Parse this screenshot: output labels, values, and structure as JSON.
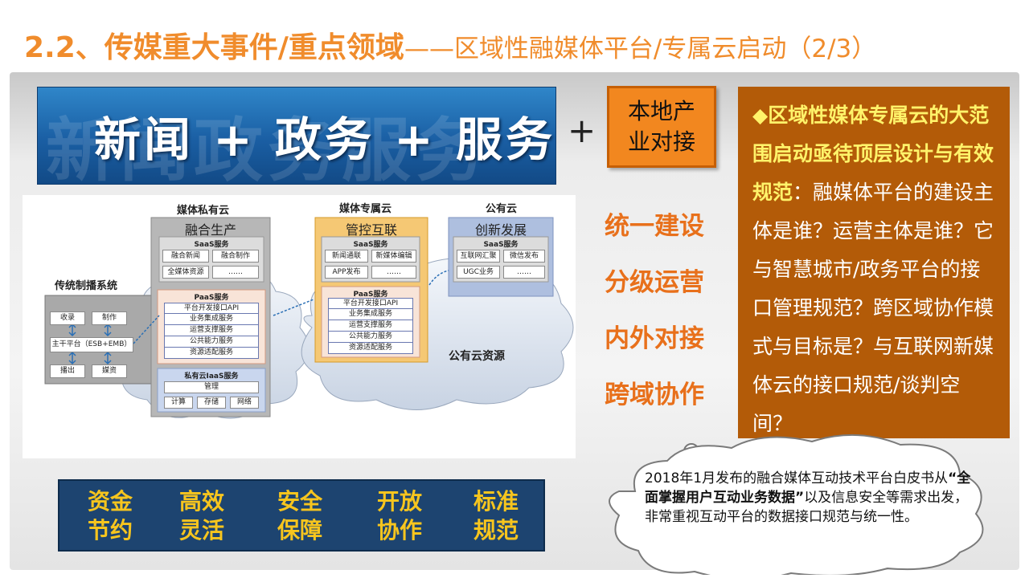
{
  "title": {
    "main": "2.2、传媒重大事件/重点领域",
    "sub": "——区域性融媒体平台/专属云启动（2/3）"
  },
  "banner": {
    "text": "新闻 + 政务 + 服务",
    "ghost_text": "新闻政务服务"
  },
  "plus_sign": "+",
  "local_box": {
    "line1": "本地产",
    "line2": "业对接"
  },
  "right_panel": {
    "highlight": "◆区域性媒体专属云的大范围启动亟待顶层设计与有效规范",
    "body": "：融媒体平台的建设主体是谁？运营主体是谁？它与智慧城市/政务平台的接口管理规范？跨区域协作模式与目标是？与互联网新媒体云的接口规范/谈判空间？"
  },
  "keywords": [
    "统一建设",
    "分级运营",
    "内外对接",
    "跨域协作"
  ],
  "diagram": {
    "traditional": {
      "label": "传统制播系统",
      "cells": [
        "收录",
        "制作",
        "主干平台（ESB+EMB）",
        "播出",
        "媒资"
      ]
    },
    "private_cloud": {
      "label": "媒体私有云",
      "title": "融合生产",
      "saas_label": "SaaS服务",
      "saas_cells": [
        "融合新闻",
        "融合制作",
        "全媒体资源",
        "……"
      ],
      "paas_label": "PaaS服务",
      "paas_items": [
        "平台开发接口API",
        "业务集成服务",
        "运营支撑服务",
        "公共能力服务",
        "资源适配服务"
      ],
      "iaas_label": "私有云IaaS服务",
      "iaas_cells": [
        "管理",
        "计算",
        "存储",
        "网络"
      ]
    },
    "dedicated_cloud": {
      "label": "媒体专属云",
      "title": "管控互联",
      "saas_label": "SaaS服务",
      "saas_cells": [
        "新闻通联",
        "新媒体编辑",
        "APP发布",
        "……"
      ],
      "paas_label": "PaaS服务",
      "paas_items": [
        "平台开发接口API",
        "业务集成服务",
        "运营支撑服务",
        "公共能力服务",
        "资源适配服务"
      ]
    },
    "public_cloud": {
      "label": "公有云",
      "title": "创新发展",
      "saas_label": "SaaS服务",
      "saas_cells": [
        "互联网汇聚",
        "微信发布",
        "UGC业务",
        "……"
      ],
      "resource_label": "公有云资源"
    }
  },
  "bottom_bar": [
    {
      "line1": "资金",
      "line2": "节约"
    },
    {
      "line1": "高效",
      "line2": "灵活"
    },
    {
      "line1": "安全",
      "line2": "保障"
    },
    {
      "line1": "开放",
      "line2": "协作"
    },
    {
      "line1": "标准",
      "line2": "规范"
    }
  ],
  "cloud_note": {
    "before": "2018年1月发布的融合媒体互动技术平台白皮书从",
    "emphasis": "“全面掌握用户互动业务数据”",
    "after": "以及信息安全等需求出发，非常重视互动平台的数据接口规范与统一性。"
  }
}
